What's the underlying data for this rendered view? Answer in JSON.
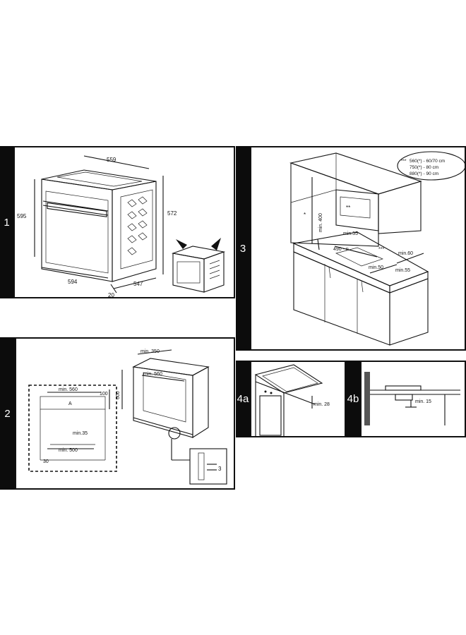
{
  "panels": [
    {
      "number": "1",
      "dims": {
        "width": "594",
        "height": "595",
        "depth_top": "559",
        "height_side": "572",
        "depth": "547",
        "door": "20"
      }
    },
    {
      "number": "2",
      "dims": {
        "w560": "min. 560",
        "h100": "100",
        "label_a": "A",
        "min35": "min.35",
        "min500": "min. 500",
        "d30": "30",
        "top350": "min. 350",
        "top560": "min. 560",
        "h600": "600",
        "detail3": "3"
      }
    },
    {
      "number": "3",
      "legend": [
        "560(*) - 60/70 cm",
        "750(*) - 80 cm",
        "880(*) - 90 cm"
      ],
      "legend_marks": [
        "***",
        "",
        ""
      ],
      "dims": {
        "min400": "min. 400",
        "min55a": "min.55",
        "d490": "490 - n",
        "min60": "min.60",
        "min50": "min.50",
        "min55b": "min.55",
        "stars": "***",
        "dot": "*",
        "dots": "**"
      }
    },
    {
      "number": "4a",
      "dims": {
        "min28": "min. 28"
      }
    },
    {
      "number": "4b",
      "dims": {
        "min15": "min. 15"
      }
    }
  ]
}
